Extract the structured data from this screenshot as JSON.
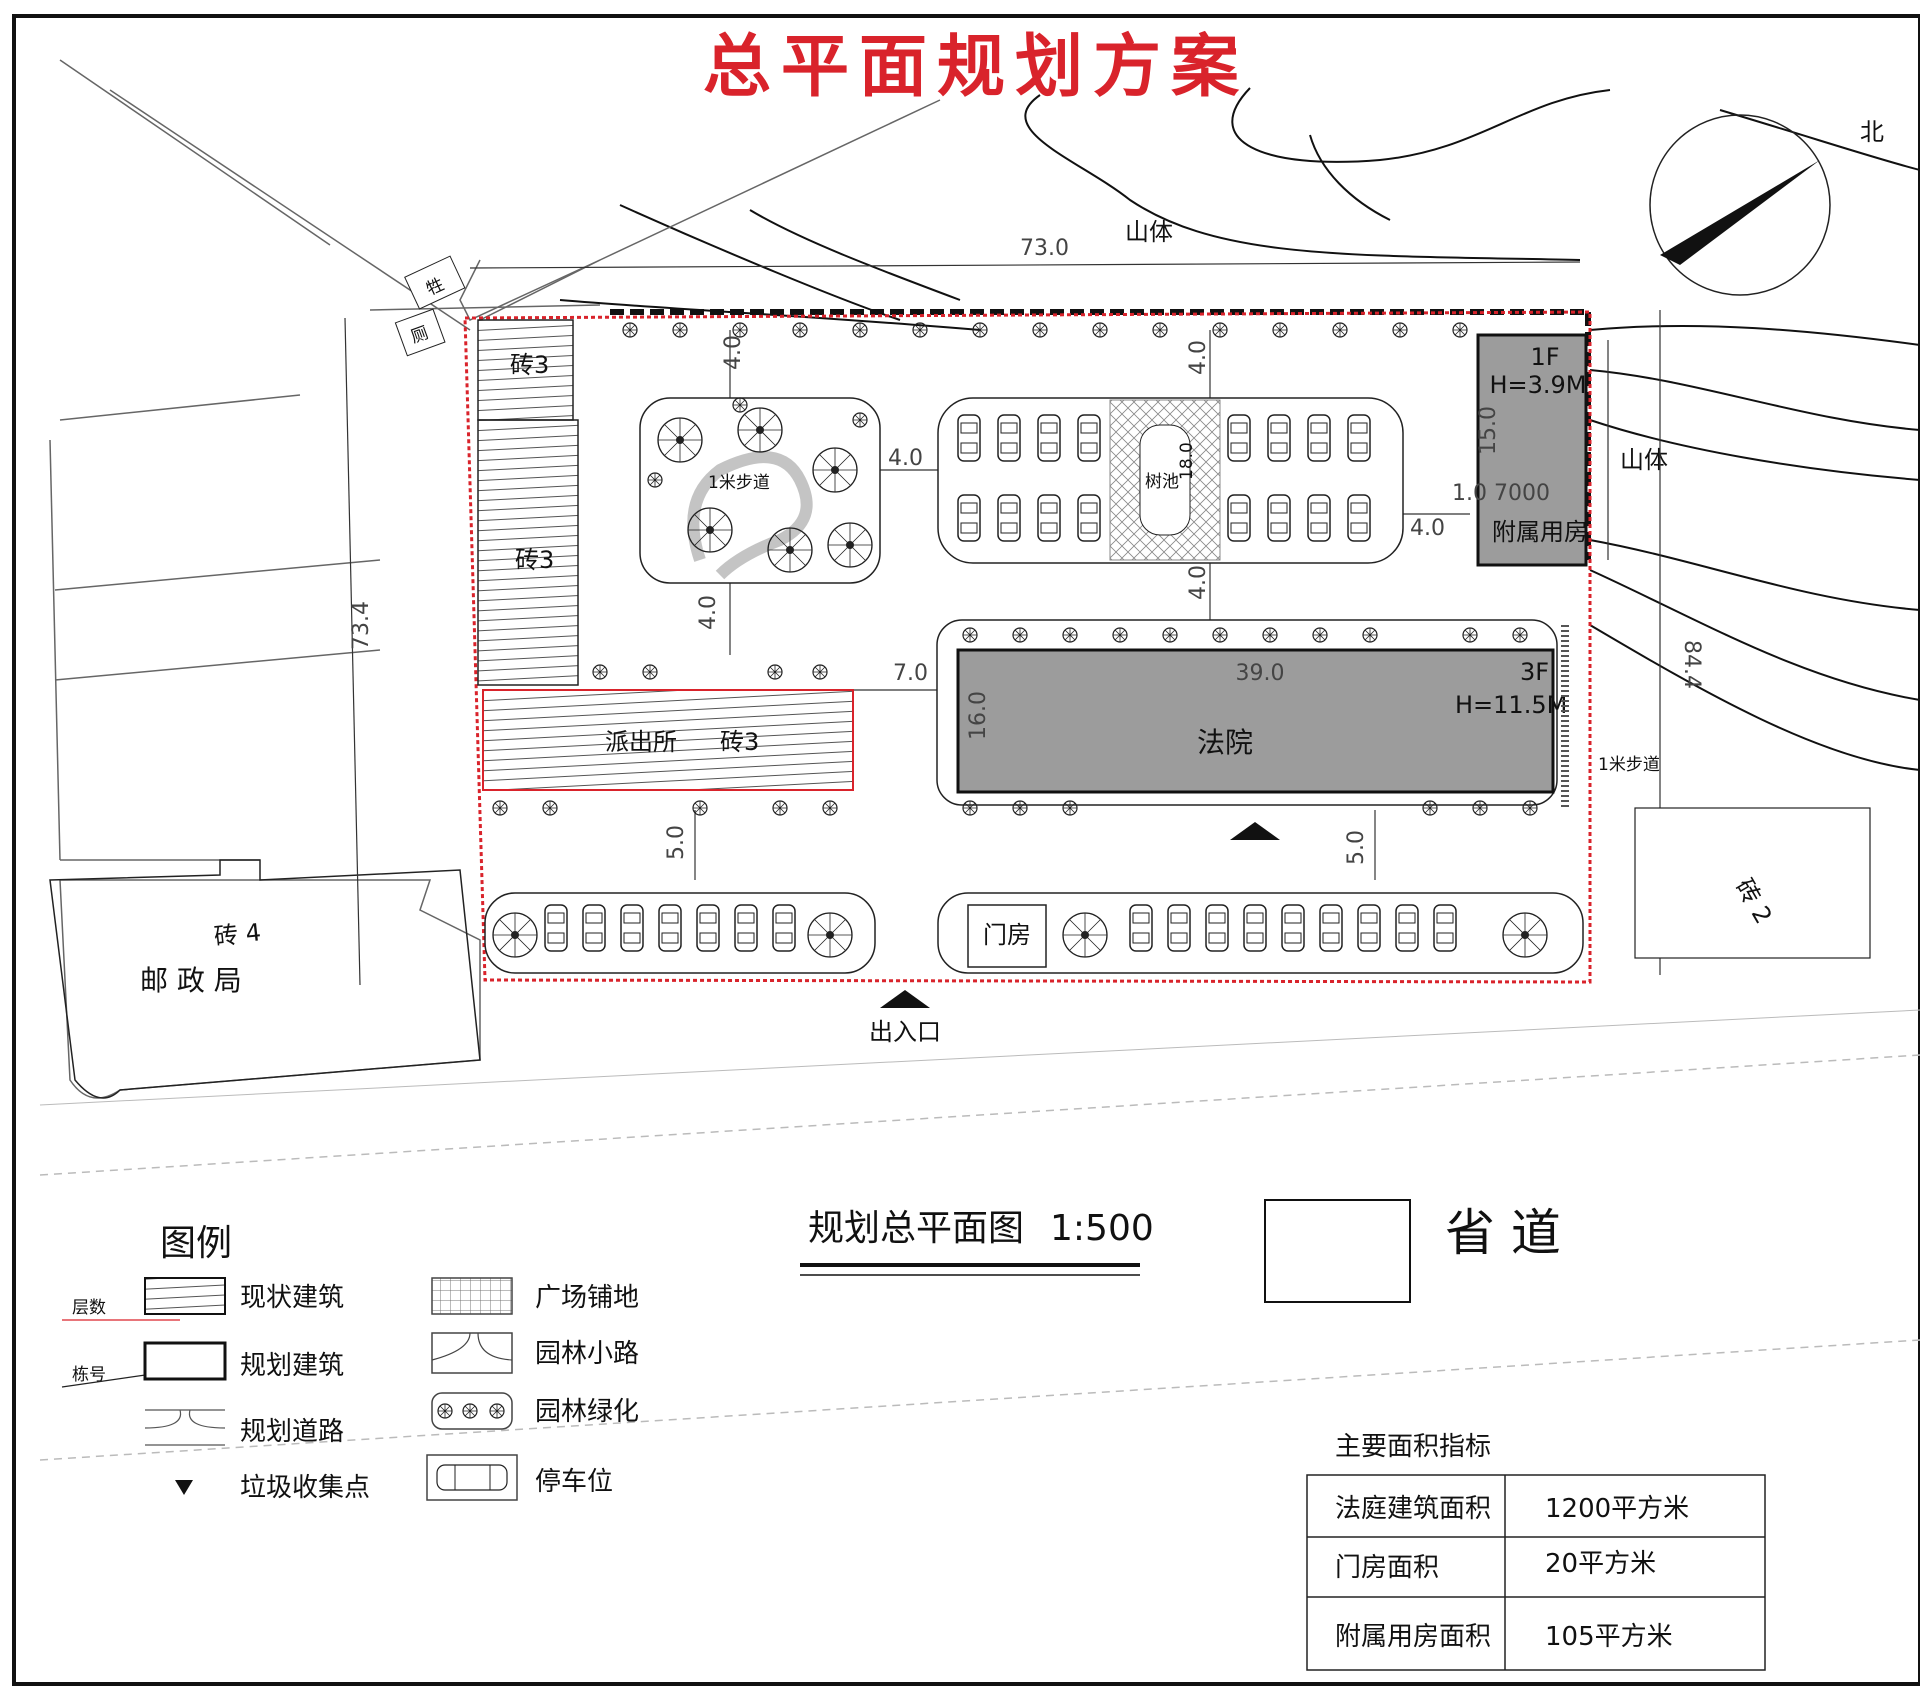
{
  "title": "总平面规划方案",
  "colors": {
    "title": "#d9232b",
    "boundary": "#d9232b",
    "building": "#9c9c9c",
    "line": "#111111"
  },
  "site": {
    "mountain_top": "山体",
    "mountain_right": "山体",
    "north": "北",
    "post_office": "邮 政 局",
    "post_office_material": "砖 4",
    "right_block_material": "砖 2",
    "gate_top_label": "牲",
    "toilet_label": "厕",
    "entrance": "出入口",
    "road": "省 道"
  },
  "buildings": {
    "court": {
      "name": "法院",
      "floors": "3F",
      "height": "H=11.5M",
      "width_dim": "39.0",
      "depth_dim": "16.0"
    },
    "annex": {
      "name": "附属用房",
      "floors": "1F",
      "height": "H=3.9M",
      "dim_a": "15.0",
      "dim_b": "1.0 7000"
    },
    "police": {
      "name": "派出所",
      "material": "砖3"
    },
    "existing_top": "砖3",
    "existing_mid": "砖3",
    "gatehouse": "门房"
  },
  "features": {
    "path_label": "1米步道",
    "tree_pool": "树池",
    "sidewalk_right": "1米步道",
    "tree_pool_dim": "18.0"
  },
  "dims": {
    "top_len": "73.0",
    "left_len": "73.4",
    "right_len": "84.4",
    "d40_top1": "4.0",
    "d40_top2": "4.0",
    "d40_mid": "4.0",
    "d40_left": "4.0",
    "d40_right": "4.0",
    "d40_lower": "4.0",
    "d70": "7.0",
    "d50_a": "5.0",
    "d50_b": "5.0"
  },
  "legend": {
    "title": "图例",
    "floors_label": "层数",
    "bldg_no_label": "栋号",
    "items": [
      {
        "label": "现状建筑",
        "icon": "existing-building"
      },
      {
        "label": "规划建筑",
        "icon": "planned-building"
      },
      {
        "label": "规划道路",
        "icon": "planned-road"
      },
      {
        "label": "垃圾收集点",
        "icon": "garbage-point"
      },
      {
        "label": "广场铺地",
        "icon": "plaza-paving"
      },
      {
        "label": "园林小路",
        "icon": "garden-path"
      },
      {
        "label": "园林绿化",
        "icon": "landscaping"
      },
      {
        "label": "停车位",
        "icon": "parking-space"
      }
    ]
  },
  "plan_caption": {
    "title": "规划总平面图",
    "scale": "1:500"
  },
  "area_table": {
    "title": "主要面积指标",
    "rows": [
      {
        "name": "法庭建筑面积",
        "value": "1200平方米"
      },
      {
        "name": "门房面积",
        "value": "20平方米"
      },
      {
        "name": "附属用房面积",
        "value": "105平方米"
      }
    ]
  }
}
